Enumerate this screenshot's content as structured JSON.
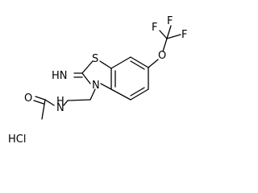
{
  "labels": {
    "sulfur": "S",
    "nitrogen_ring": "N",
    "imine": "HN",
    "oxygen_ether": "O",
    "fluorine_top_left": "F",
    "fluorine_right": "F",
    "fluorine_bottom": "F",
    "oxygen_carbonyl": "O",
    "nitrogen_amide": "N",
    "amide_hydrogen": "H",
    "salt": "HCl"
  }
}
